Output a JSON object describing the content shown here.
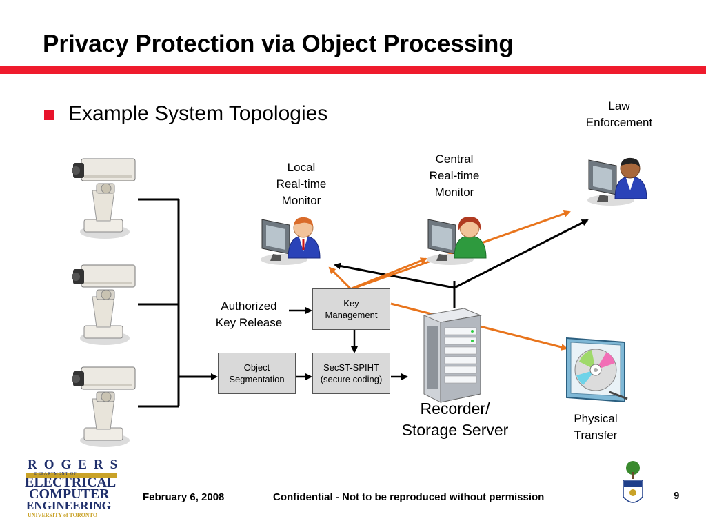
{
  "slide": {
    "title": "Privacy Protection via Object Processing",
    "bullet": "Example System Topologies",
    "colors": {
      "accent_bar": "#ef1b2d",
      "arrow_black": "#000000",
      "arrow_orange": "#e8741c",
      "box_fill": "#d9d9d9"
    }
  },
  "diagram": {
    "labels": {
      "law_enforcement": "Law\nEnforcement",
      "local_monitor": "Local\nReal-time\nMonitor",
      "central_monitor": "Central\nReal-time\nMonitor",
      "authorized_key": "Authorized\nKey Release",
      "recorder": "Recorder/\nStorage Server",
      "physical_transfer": "Physical\nTransfer"
    },
    "boxes": {
      "key_management": "Key\nManagement",
      "object_segmentation": "Object\nSegmentation",
      "secst_spiht": "SecST-SPIHT\n(secure coding)"
    },
    "icons": [
      "security-camera-icon",
      "monitor-user-icon",
      "server-tower-icon",
      "cd-case-icon"
    ]
  },
  "footer": {
    "date": "February 6, 2008",
    "confidential": "Confidential - Not to be reproduced without permission",
    "page": "9",
    "logo": {
      "line1": "ROGERS",
      "line_dept": "DEPARTMENT OF",
      "line2": "ELECTRICAL",
      "line3": "COMPUTER",
      "line4": "ENGINEERING",
      "line5": "UNIVERSITY of TORONTO"
    }
  }
}
